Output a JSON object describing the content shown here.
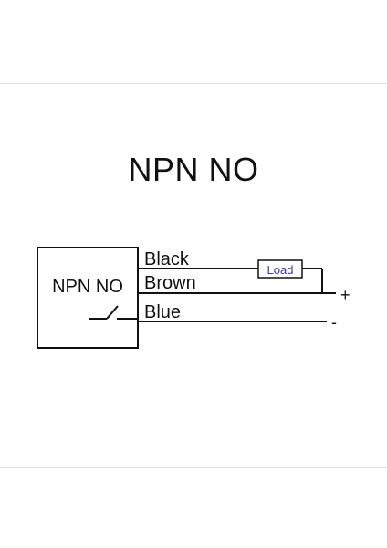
{
  "title": "NPN NO",
  "box": {
    "label": "NPN NO"
  },
  "wires": {
    "black": "Black",
    "brown": "Brown",
    "blue": "Blue"
  },
  "load": {
    "label": "Load"
  },
  "terminals": {
    "plus": "+",
    "minus": "-"
  },
  "colors": {
    "line": "#111111",
    "load_text": "#3a3aa0",
    "frame": "#e2e2e2"
  }
}
